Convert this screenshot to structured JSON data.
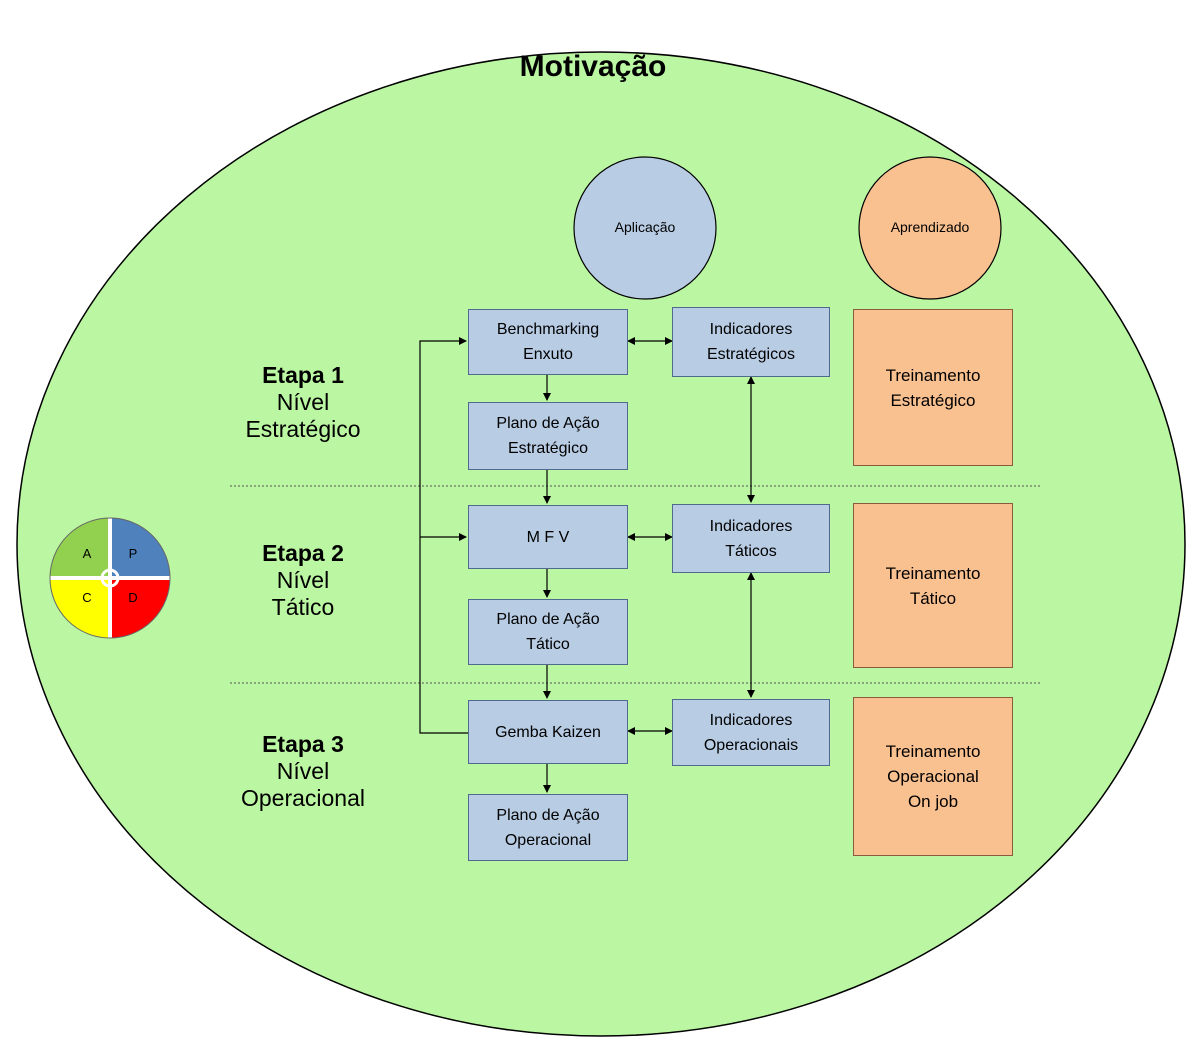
{
  "title": "Motivação",
  "circles": {
    "application": "Aplicação",
    "learning": "Aprendizado"
  },
  "stages": [
    {
      "title": "Etapa 1",
      "line1": "Nível",
      "line2": "Estratégico"
    },
    {
      "title": "Etapa 2",
      "line1": "Nível",
      "line2": "Tático"
    },
    {
      "title": "Etapa 3",
      "line1": "Nível",
      "line2": "Operacional"
    }
  ],
  "process_boxes": {
    "benchmarking": {
      "line1": "Benchmarking",
      "line2": "Enxuto"
    },
    "plan_strategic": {
      "line1": "Plano de Ação",
      "line2": "Estratégico"
    },
    "mfv": {
      "line1": "M F V"
    },
    "plan_tactical": {
      "line1": "Plano de Ação",
      "line2": "Tático"
    },
    "gemba": {
      "line1": "Gemba Kaizen"
    },
    "plan_operational": {
      "line1": "Plano de Ação",
      "line2": "Operacional"
    }
  },
  "indicator_boxes": {
    "strategic": {
      "line1": "Indicadores",
      "line2": "Estratégicos"
    },
    "tactical": {
      "line1": "Indicadores",
      "line2": "Táticos"
    },
    "operational": {
      "line1": "Indicadores",
      "line2": "Operacionais"
    }
  },
  "training_boxes": {
    "strategic": {
      "line1": "Treinamento",
      "line2": "Estratégico"
    },
    "tactical": {
      "line1": "Treinamento",
      "line2": "Tático"
    },
    "operational": {
      "line1": "Treinamento",
      "line2": "Operacional",
      "line3": "On job"
    }
  },
  "pdca": {
    "a": "A",
    "p": "P",
    "c": "C",
    "d": "D",
    "colors": {
      "a": "#92d050",
      "p": "#4f81bd",
      "c": "#ffff00",
      "d": "#ff0000"
    }
  },
  "colors": {
    "background": "#bbf7a2",
    "circle_blue": "#b8cce4",
    "circle_orange": "#f9c090"
  }
}
